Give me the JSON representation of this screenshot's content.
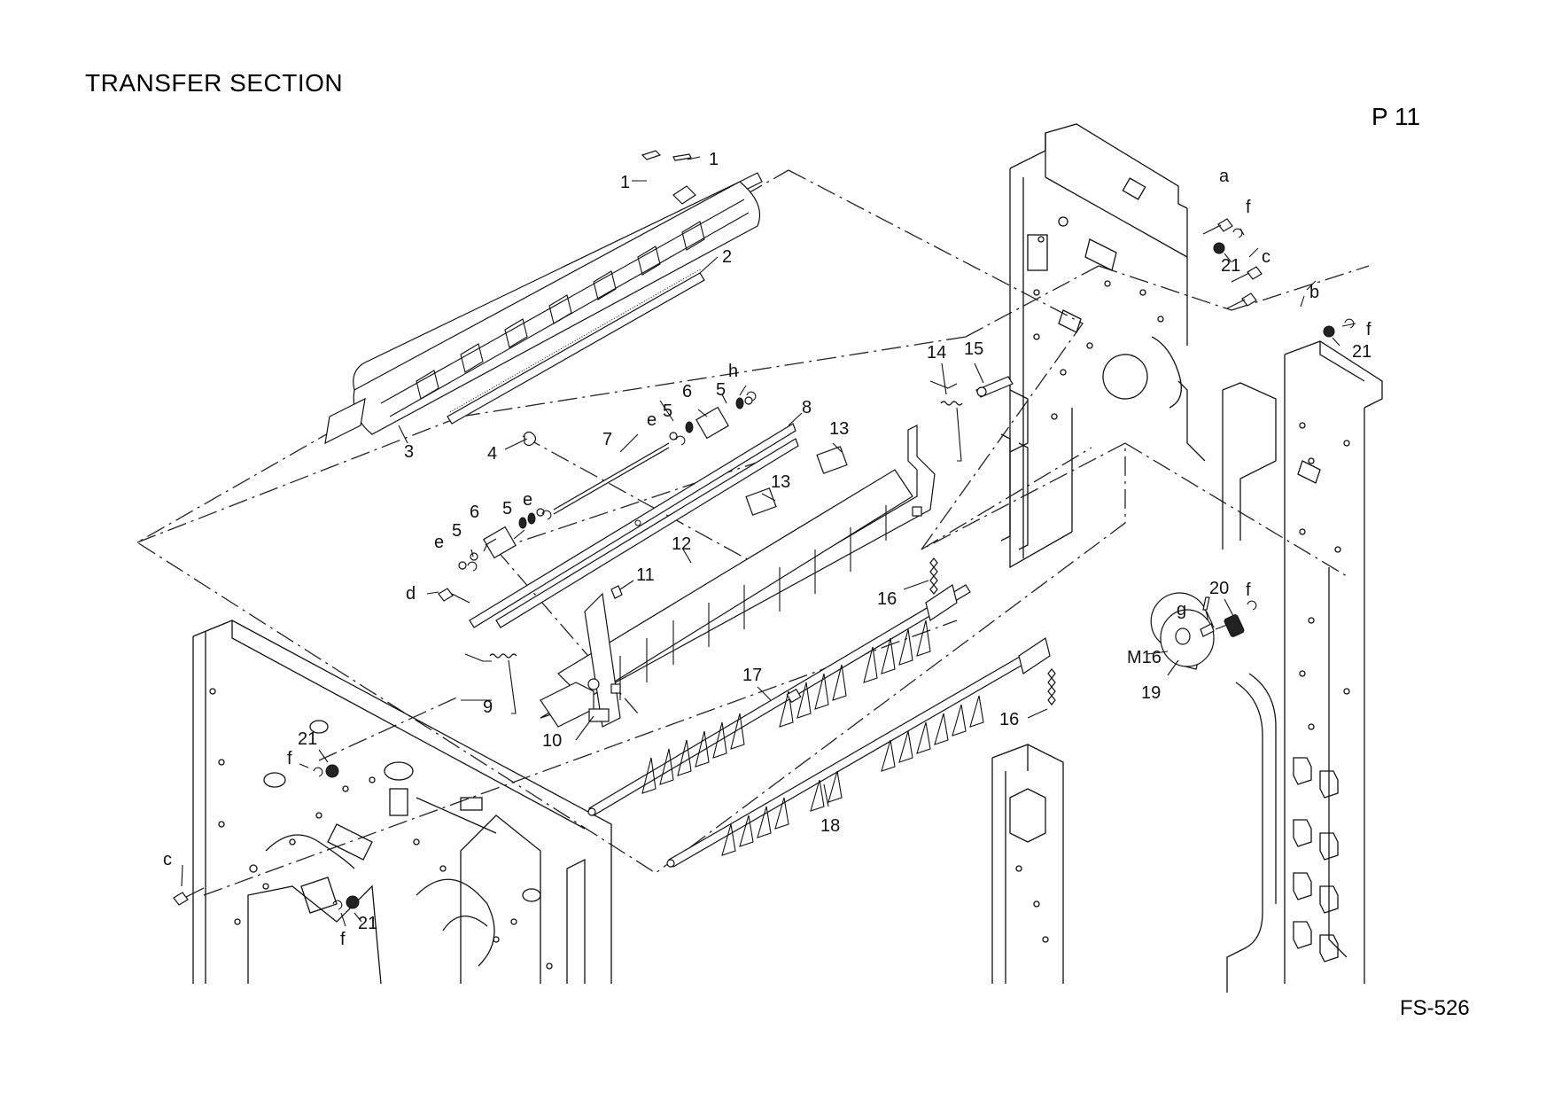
{
  "header": {
    "title": "TRANSFER SECTION",
    "page_number": "P 11"
  },
  "footer": {
    "model": "FS-526"
  },
  "callouts": {
    "c1a": "1",
    "c1b": "1",
    "c2": "2",
    "c3": "3",
    "c4": "4",
    "c5a": "5",
    "c5b": "5",
    "c5c": "5",
    "c5d": "5",
    "c6a": "6",
    "c6b": "6",
    "c7": "7",
    "c8": "8",
    "c9": "9",
    "c10": "10",
    "c11": "11",
    "c12": "12",
    "c13a": "13",
    "c13b": "13",
    "c14": "14",
    "c15": "15",
    "c16a": "16",
    "c16b": "16",
    "c17": "17",
    "c18": "18",
    "c19": "19",
    "c20": "20",
    "c21a": "21",
    "c21b": "21",
    "c21c": "21",
    "c21d": "21",
    "m16": "M16",
    "ca": "a",
    "cb": "b",
    "cc1": "c",
    "cc2": "c",
    "cd": "d",
    "ce1": "e",
    "ce2": "e",
    "ce3": "e",
    "cf1": "f",
    "cf2": "f",
    "cf3": "f",
    "cf4": "f",
    "cf5": "f",
    "cg": "g",
    "ch": "h"
  }
}
